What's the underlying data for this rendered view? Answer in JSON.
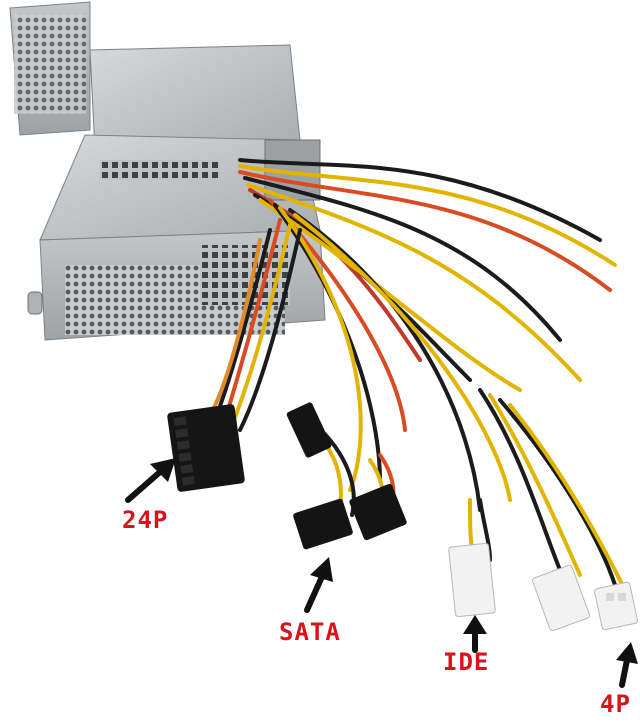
{
  "image": {
    "subject": "power-supply-unit",
    "colors": {
      "background": "#ffffff",
      "label_text": "#d7141a",
      "arrow": "#111111",
      "metal": "#b9bcbf",
      "connector_black": "#1a1a1a",
      "connector_white": "#f2f2f2"
    }
  },
  "labels": {
    "p24": "24P",
    "sata": "SATA",
    "ide": "IDE",
    "p4": "4P"
  }
}
